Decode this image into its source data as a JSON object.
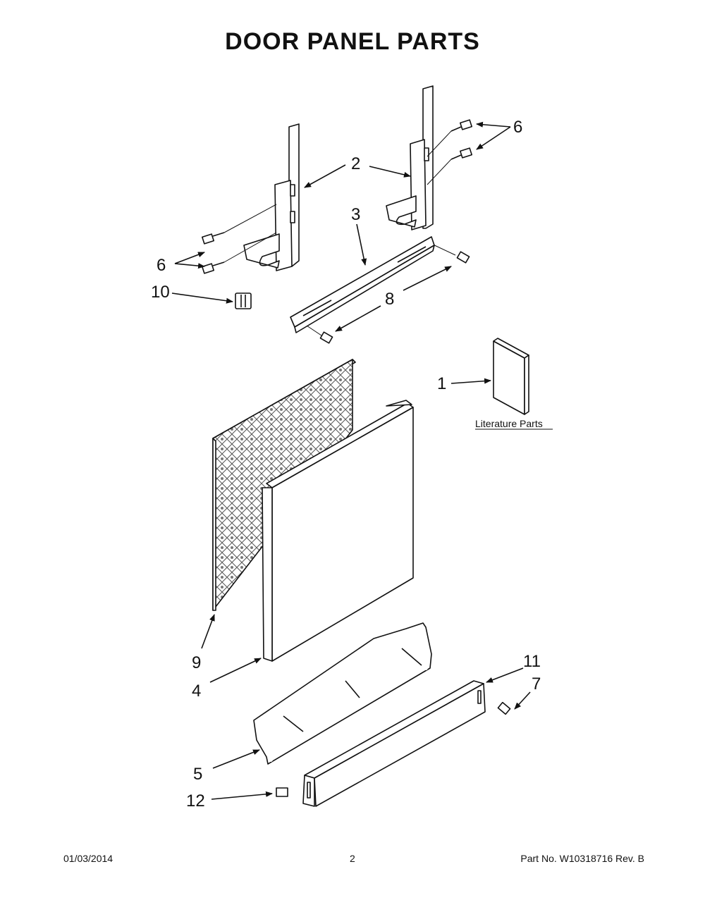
{
  "title": "DOOR PANEL PARTS",
  "callouts": {
    "c1": "1",
    "c2": "2",
    "c3": "3",
    "c4": "4",
    "c5": "5",
    "c6a": "6",
    "c6b": "6",
    "c7": "7",
    "c8": "8",
    "c9": "9",
    "c10": "10",
    "c11": "11",
    "c12": "12"
  },
  "literature_label": "Literature Parts",
  "footer": {
    "date": "01/03/2014",
    "page": "2",
    "part_no": "Part No.  W10318716  Rev.  B"
  }
}
